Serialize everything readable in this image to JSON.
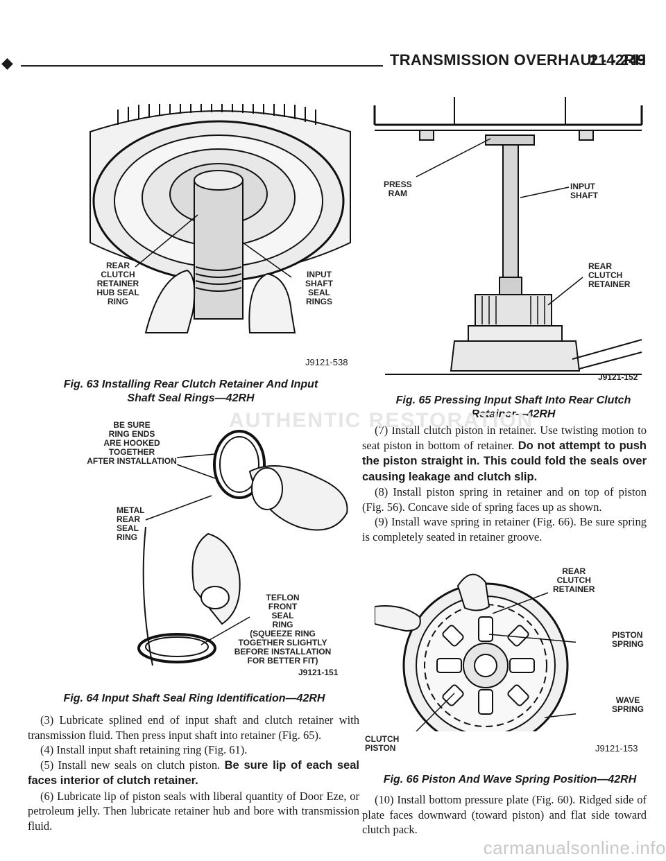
{
  "header": {
    "title": "TRANSMISSION OVERHAUL-42RH",
    "page": "21 - 249"
  },
  "fig63": {
    "label_left": [
      "REAR",
      "CLUTCH",
      "RETAINER",
      "HUB SEAL",
      "RING"
    ],
    "label_right": [
      "INPUT",
      "SHAFT",
      "SEAL",
      "RINGS"
    ],
    "code": "J9121-538",
    "caption_line1": "Fig. 63 Installing Rear Clutch Retainer And Input",
    "caption_line2": "Shaft Seal Rings—42RH"
  },
  "fig64": {
    "label_hooked": [
      "BE SURE",
      "RING ENDS",
      "ARE HOOKED",
      "TOGETHER",
      "AFTER INSTALLATION"
    ],
    "label_metal": [
      "METAL",
      "REAR",
      "SEAL",
      "RING"
    ],
    "label_teflon": [
      "TEFLON",
      "FRONT",
      "SEAL",
      "RING",
      "(SQUEEZE RING",
      "TOGETHER SLIGHTLY",
      "BEFORE INSTALLATION",
      "FOR BETTER FIT)"
    ],
    "code": "J9121-151",
    "caption": "Fig. 64 Input Shaft Seal Ring Identification—42RH"
  },
  "fig65": {
    "label_press": [
      "PRESS",
      "RAM"
    ],
    "label_input": [
      "INPUT",
      "SHAFT"
    ],
    "label_retainer": [
      "REAR",
      "CLUTCH",
      "RETAINER"
    ],
    "code": "J9121-152",
    "caption_line1": "Fig. 65 Pressing Input Shaft Into Rear Clutch",
    "caption_line2": "Retainer—42RH"
  },
  "fig66": {
    "label_retainer": [
      "REAR",
      "CLUTCH",
      "RETAINER"
    ],
    "label_piston_spring": [
      "PISTON",
      "SPRING"
    ],
    "label_wave": [
      "WAVE",
      "SPRING"
    ],
    "label_clutch_piston": [
      "CLUTCH",
      "PISTON"
    ],
    "code": "J9121-153",
    "caption": "Fig. 66 Piston And Wave Spring Position—42RH"
  },
  "left_text": {
    "p3": "(3) Lubricate splined end of input shaft and clutch retainer with transmission fluid. Then press input shaft into retainer (Fig. 65).",
    "p4": "(4) Install input shaft retaining ring (Fig. 61).",
    "p5_a": "(5) Install new seals on clutch piston. ",
    "p5_b": "Be sure lip of each seal faces interior of clutch retainer.",
    "p6": "(6) Lubricate lip of piston seals with liberal quantity of Door Eze, or petroleum jelly. Then lubricate retainer hub and bore with transmission fluid."
  },
  "right_text": {
    "p7_a": "(7) Install clutch piston in retainer. Use twisting motion to seat piston in bottom of retainer. ",
    "p7_b": "Do not attempt to push the piston straight in. This could fold the seals over causing leakage and clutch slip.",
    "p8": "(8) Install piston spring in retainer and on top of piston (Fig. 56). Concave side of spring faces up as shown.",
    "p9": "(9) Install wave spring in retainer (Fig. 66). Be sure spring is completely seated in retainer groove.",
    "p10": "(10) Install bottom pressure plate (Fig. 60). Ridged side of plate faces downward (toward piston) and flat side toward clutch pack."
  },
  "watermark": "carmanualsonline.info",
  "watermark_center": "AUTHENTIC RESTORATION"
}
